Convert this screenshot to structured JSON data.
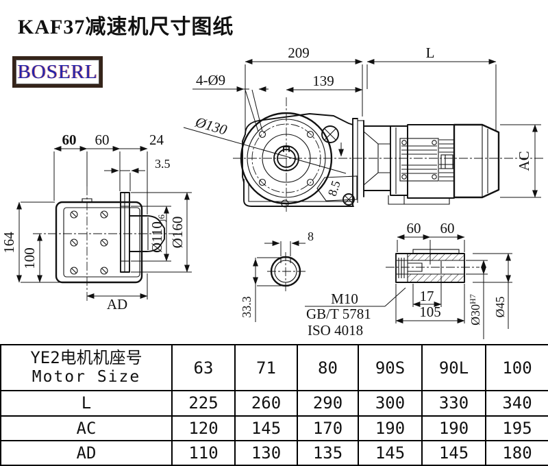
{
  "title": "KAF37减速机尺寸图纸",
  "logo": "BOSERL",
  "colors": {
    "line": "#111111",
    "logo_text": "#2222aa",
    "logo_border": "#35241a"
  },
  "dims": {
    "front": {
      "d209": "209",
      "dL": "L",
      "d4o9": "4-Ø9",
      "d139": "139",
      "o130": "Ø130",
      "d85": "8.5",
      "ac": "AC"
    },
    "side": {
      "d60a": "60",
      "d60b": "60",
      "d24": "24",
      "d35": "3.5",
      "d164": "164",
      "d100": "100",
      "o110": "Ø110",
      "o110tol": "j6",
      "o160": "Ø160",
      "ad": "AD"
    },
    "key": {
      "d8": "8",
      "d333": "33.3"
    },
    "shaft": {
      "d60a": "60",
      "d60b": "60",
      "d17": "17",
      "d105": "105",
      "o30": "Ø30",
      "o30tol": "H7",
      "o45": "Ø45",
      "m10": "M10",
      "gbt": "GB/T 5781",
      "iso": "ISO 4018"
    }
  },
  "table": {
    "header_cn": "YE2电机机座号",
    "header_en": "Motor Size",
    "columns": [
      "63",
      "71",
      "80",
      "90S",
      "90L",
      "100"
    ],
    "rows": [
      {
        "label": "L",
        "values": [
          "225",
          "260",
          "290",
          "300",
          "330",
          "340"
        ]
      },
      {
        "label": "AC",
        "values": [
          "120",
          "145",
          "170",
          "190",
          "190",
          "195"
        ]
      },
      {
        "label": "AD",
        "values": [
          "110",
          "130",
          "135",
          "145",
          "145",
          "180"
        ]
      }
    ]
  }
}
